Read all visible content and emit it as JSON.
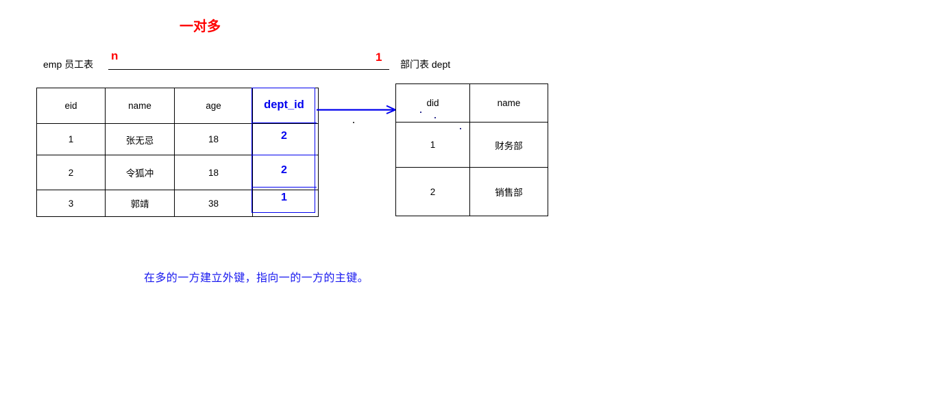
{
  "title": "一对多",
  "relationship": {
    "left_entity_label": "emp 员工表",
    "right_entity_label": "部门表 dept",
    "left_cardinality": "n",
    "right_cardinality": "1",
    "line_color": "#000000",
    "cardinality_color": "#fe0000"
  },
  "emp_table": {
    "name": "emp",
    "headers": [
      "eid",
      "name",
      "age",
      "dept_id"
    ],
    "rows": [
      {
        "eid": "1",
        "name": "张无忌",
        "age": "18",
        "dept_id": "2"
      },
      {
        "eid": "2",
        "name": "令狐冲",
        "age": "18",
        "dept_id": "2"
      },
      {
        "eid": "3",
        "name": "郭靖",
        "age": "38",
        "dept_id": "1"
      }
    ],
    "foreign_key_column": "dept_id",
    "foreign_key_color": "#0000ee"
  },
  "dept_table": {
    "name": "dept",
    "headers": [
      "did",
      "name"
    ],
    "rows": [
      {
        "did": "1",
        "name": "财务部"
      },
      {
        "did": "2",
        "name": "销售部"
      }
    ]
  },
  "arrow": {
    "label": "foreign-key-reference",
    "color": "#0000ee"
  },
  "caption": "在多的一方建立外键，指向一的一方的主键。",
  "caption_color": "#1818ef"
}
